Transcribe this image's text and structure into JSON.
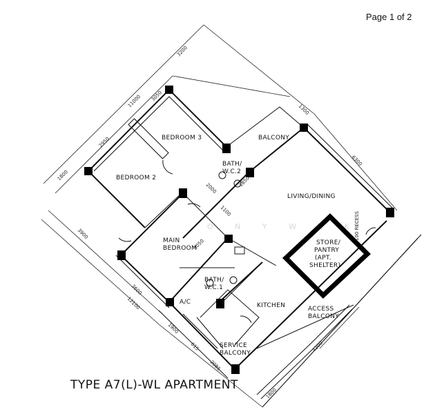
{
  "page": {
    "label": "Page 1 of 2"
  },
  "title": "TYPE A7(L)-WL APARTMENT",
  "watermark": "O N Y   W E K",
  "rooms": {
    "bedroom3": "BEDROOM 3",
    "bedroom2": "BEDROOM 2",
    "balcony": "BALCONY",
    "bath2_l1": "BATH/",
    "bath2_l2": "W.C.2",
    "living": "LIVING/DINING",
    "main_l1": "MAIN",
    "main_l2": "BEDROOM",
    "store_l1": "STORE/",
    "store_l2": "PANTRY",
    "store_l3": "(APT.",
    "store_l4": "SHELTER)",
    "bath1_l1": "BATH/",
    "bath1_l2": "W.C.1",
    "ac": "A/C",
    "kitchen": "KITCHEN",
    "access_l1": "ACCESS",
    "access_l2": "BALCONY",
    "service_l1": "SERVICE",
    "service_l2": "BALCONY"
  },
  "dimensions": {
    "d3200": "3200",
    "d11000": "11000",
    "d3050a": "3050",
    "d2950": "2950",
    "d1800a": "1800",
    "d1300": "1300",
    "d6300": "6300",
    "d2000": "2000",
    "d1850": "1850",
    "d1100": "1100",
    "d3050b": "3050",
    "d3900": "3900",
    "d3600": "3600",
    "d12100": "12100",
    "d1900": "1900",
    "d615": "615",
    "d2085": "2085",
    "d4200": "4200",
    "d1800b": "1800",
    "dnote": "100 RECESS"
  }
}
